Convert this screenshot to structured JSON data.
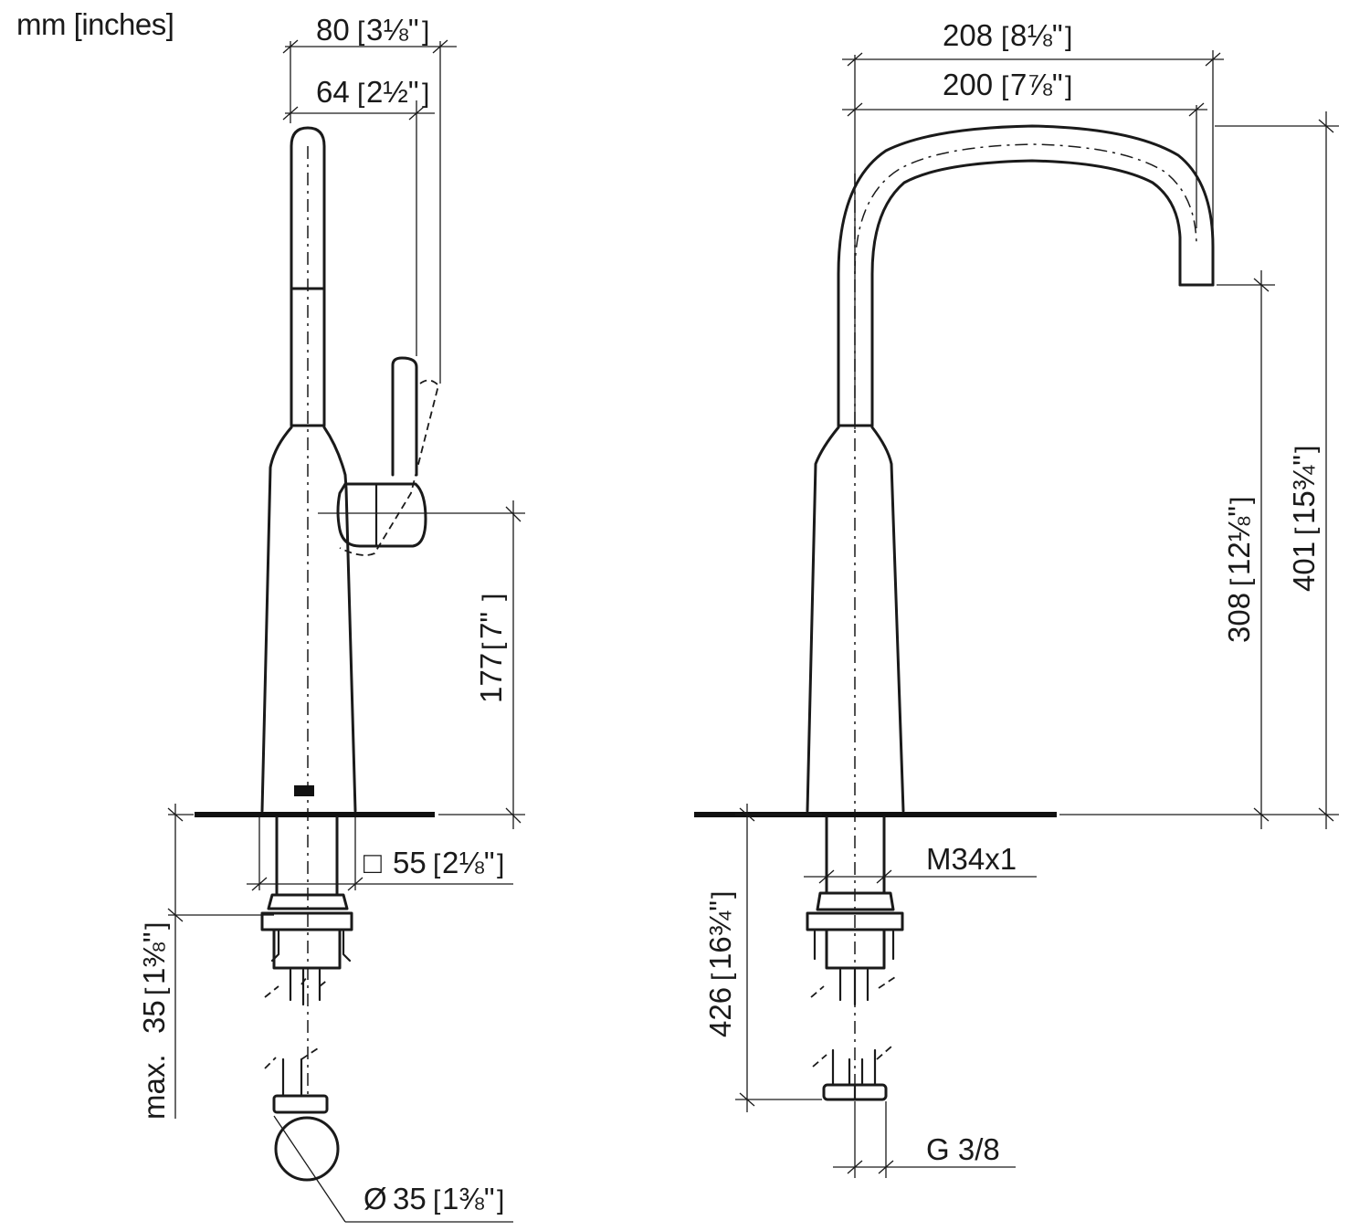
{
  "units_label": "mm [inches]",
  "side_view": {
    "dim_overall_width": {
      "mm": "80",
      "in": "3⅛\""
    },
    "dim_lever_offset": {
      "mm": "64",
      "in": "2½\""
    },
    "dim_lever_height": {
      "mm": "177",
      "in": "7\""
    },
    "dim_base_square": {
      "symbol": "□",
      "mm": "55",
      "in": "2⅛\""
    },
    "dim_max_counter_thickness": {
      "prefix": "max.",
      "mm": "35",
      "in": "1⅜\""
    },
    "dim_hole_diameter": {
      "symbol": "Ø",
      "mm": "35",
      "in": "1⅜\""
    }
  },
  "front_view": {
    "dim_overall_reach": {
      "mm": "208",
      "in": "8⅛\""
    },
    "dim_spout_reach": {
      "mm": "200",
      "in": "7⅞\""
    },
    "dim_spout_height": {
      "mm": "308",
      "in": "12⅛\""
    },
    "dim_total_height": {
      "mm": "401",
      "in": "15¾\""
    },
    "dim_below_counter": {
      "mm": "426",
      "in": "16¾\""
    },
    "thread_label": "M34x1",
    "connection_label": "G 3/8"
  }
}
